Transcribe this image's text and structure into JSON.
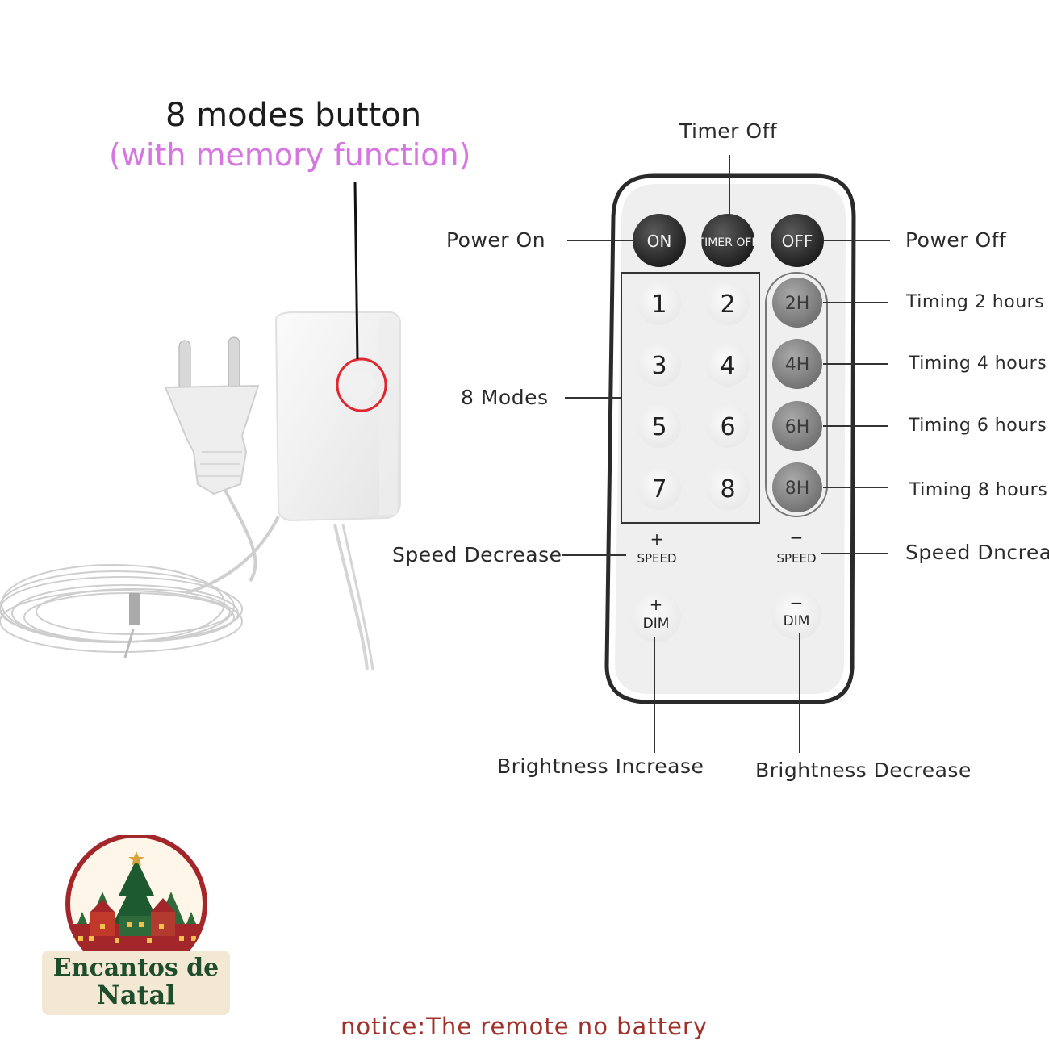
{
  "header": {
    "title": "8 modes button",
    "subtitle": "(with memory function)"
  },
  "remote": {
    "on_label": "ON",
    "timer_off_label": "TIMER OFF",
    "off_label": "OFF",
    "modes": [
      "1",
      "2",
      "3",
      "4",
      "5",
      "6",
      "7",
      "8"
    ],
    "timers": [
      "2H",
      "4H",
      "6H",
      "8H"
    ],
    "speed_plus": "+",
    "speed_minus": "−",
    "speed_label": "SPEED",
    "dim_plus": "+",
    "dim_minus": "−",
    "dim_label": "DIM"
  },
  "callouts": {
    "timer_off": "Timer Off",
    "power_on": "Power On",
    "power_off": "Power Off",
    "modes": "8 Modes",
    "timing_2": "Timing 2 hours",
    "timing_4": "Timing 4 hours",
    "timing_6": "Timing 6 hours",
    "timing_8": "Timing 8 hours",
    "speed_decrease": "Speed Decrease",
    "speed_dncrease": "Speed Dncrease",
    "brightness_increase": "Brightness Increase",
    "brightness_decrease": "Brightness Decrease"
  },
  "logo": {
    "line1": "Encantos de",
    "line2": "Natal"
  },
  "footer": {
    "notice": "notice:The remote no battery"
  },
  "colors": {
    "highlight_circle": "#e0262e",
    "subtitle": "#d676e0",
    "notice": "#a0312a",
    "logo_green": "#1e4d2b",
    "logo_red": "#a3262a"
  }
}
